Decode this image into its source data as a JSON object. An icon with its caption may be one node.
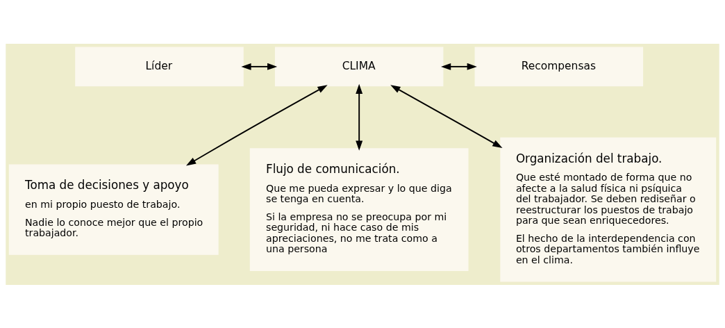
{
  "diagram": {
    "nodes": [
      {
        "text": [
          "Líder"
        ]
      },
      {
        "text": [
          "CLIMA"
        ]
      },
      {
        "text": [
          "Recompensas"
        ]
      },
      {
        "text": [
          "Toma de decisiones y apoyo",
          "en mi propio puesto de trabajo.",
          "Nadie lo conoce mejor que el propio trabajador."
        ]
      },
      {
        "text": [
          "Flujo de comunicación.",
          "Que me pueda expresar y lo que diga se tenga en cuenta.",
          "Si la empresa no se preocupa por mi seguridad, ni hace caso de mis apreciaciones, no me trata como a una persona"
        ]
      },
      {
        "text": [
          "Organización del trabajo.",
          "Que esté montado de forma que no afecte a la salud física ni psíquica del trabajador. Se deben rediseñar o reestructurar los puestos de trabajo para que sean enriquecedores.",
          "El hecho de la interdependencia con otros departamentos también influye en el clima."
        ]
      }
    ],
    "edges": [
      {
        "from": 0,
        "to": 1,
        "arrow": "both"
      },
      {
        "from": 1,
        "to": 2,
        "arrow": "both"
      },
      {
        "from": 1,
        "to": 3,
        "arrow": "both"
      },
      {
        "from": 1,
        "to": 4,
        "arrow": "both"
      },
      {
        "from": 1,
        "to": 5,
        "arrow": "both"
      }
    ]
  }
}
